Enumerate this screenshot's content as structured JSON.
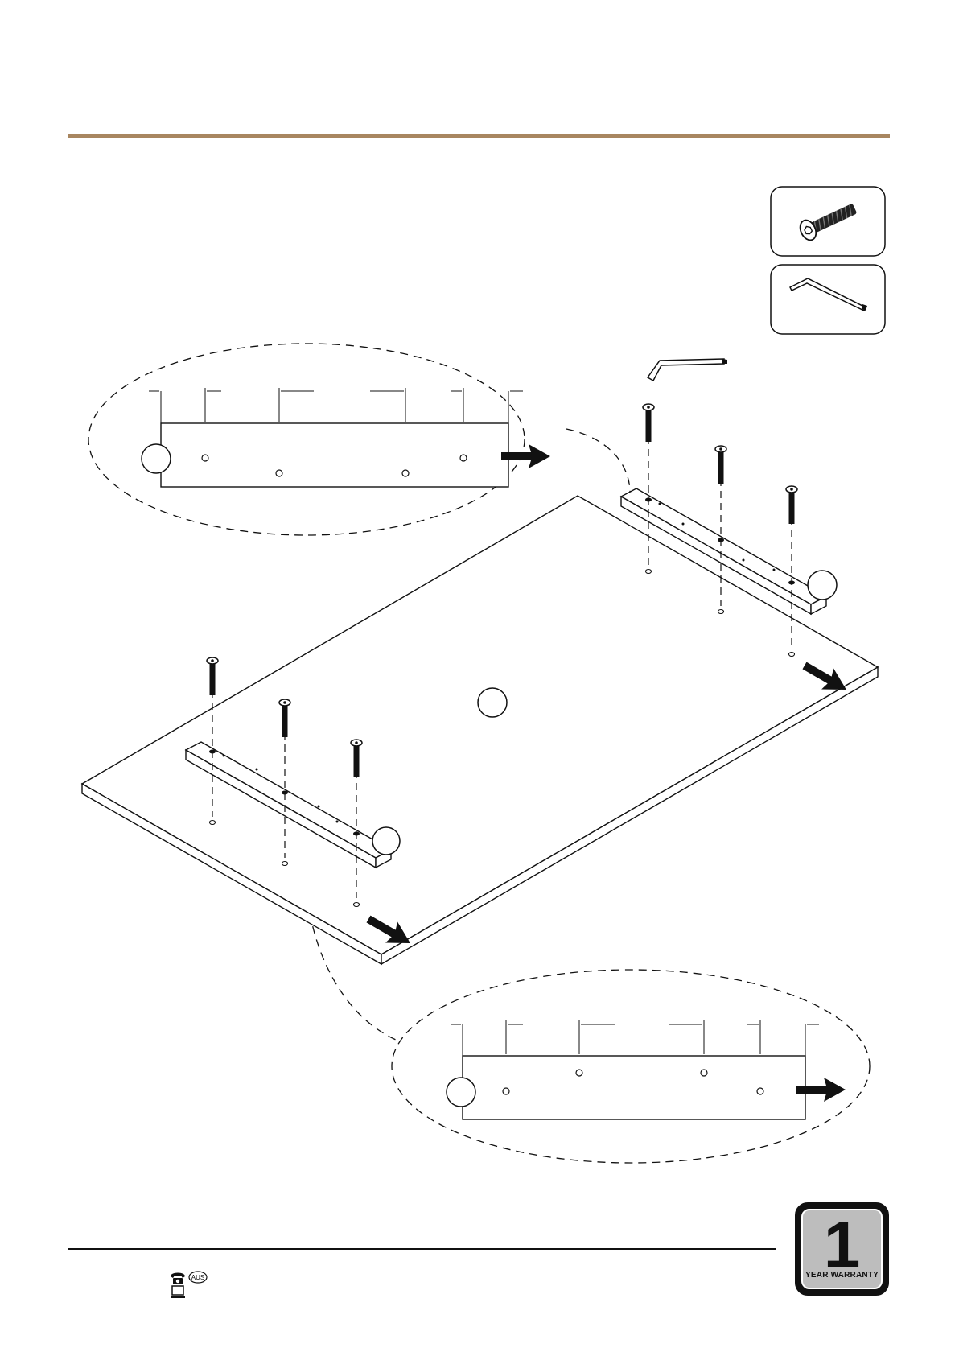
{
  "header": {
    "accent_color": "#a88660"
  },
  "hardware": {
    "items": [
      {
        "icon": "hex-bolt-icon"
      },
      {
        "icon": "allen-key-icon"
      }
    ]
  },
  "diagram": {
    "parts": [
      "tabletop",
      "support-rail-left",
      "support-rail-right",
      "bolt",
      "allen-key"
    ],
    "bolt_count": 6,
    "detail_views": 2
  },
  "warranty": {
    "number": "1",
    "label": "YEAR WARRANTY",
    "badge_color": "#bdbdbd"
  },
  "footer": {
    "icons": [
      "phone-icon",
      "aus-badge-icon",
      "laptop-icon"
    ],
    "aus_label": "AUS"
  }
}
